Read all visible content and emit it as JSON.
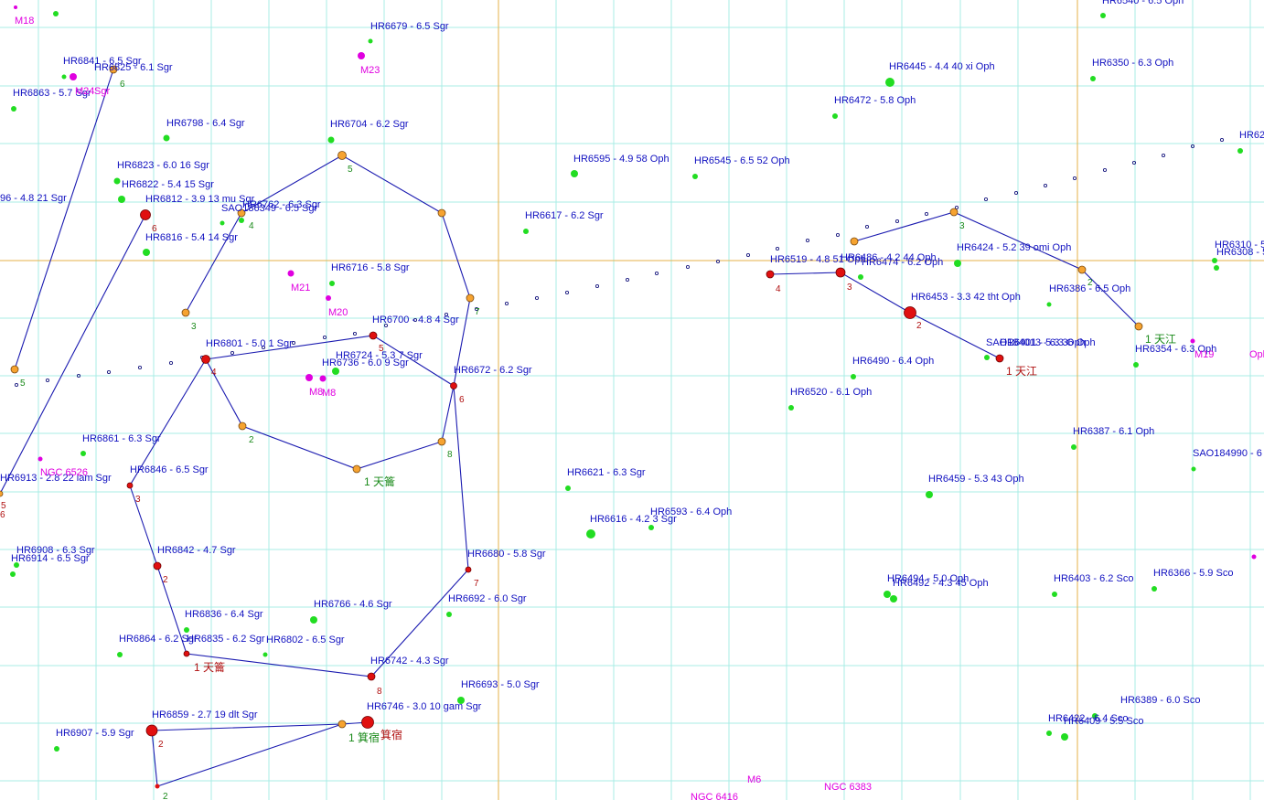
{
  "colors": {
    "background": "#ffffff",
    "grid_minor": "#a8ece6",
    "grid_major": "#e6b24a",
    "asterism_line": "#1a1ab0",
    "star_label": "#1010c0",
    "dso_label": "#e000e0",
    "asterism_number": "#1a8a1a",
    "asterism_number_alt": "#b01010",
    "node_orange": "#f6a330",
    "node_red": "#e01010",
    "star_green": "#22dd22",
    "ecliptic_dot": "#1a1a80"
  },
  "stars": [
    {
      "label": "HR6679 - 6.5  Sgr"
    },
    {
      "label": "HR6841 - 6.5  Sgr"
    },
    {
      "label": "HR6825 - 6.1  Sgr"
    },
    {
      "label": "HR6863 - 5.7  Sgr"
    },
    {
      "label": "HR6798 - 6.4  Sgr"
    },
    {
      "label": "HR6704 - 6.2  Sgr"
    },
    {
      "label": "HR6823 - 6.0   16 Sgr"
    },
    {
      "label": "HR6822 - 5.4   15 Sgr"
    },
    {
      "label": "HR6812 - 3.9   13 mu Sgr"
    },
    {
      "label": "HR6762 - 6.3  Sgr"
    },
    {
      "label": "SAO186349 - 6.5  Sgr"
    },
    {
      "label": "96 - 4.8   21 Sgr"
    },
    {
      "label": "HR6816 - 5.4   14 Sgr"
    },
    {
      "label": "HR6716 - 5.8  Sgr"
    },
    {
      "label": "HR6700 - 4.8   4 Sgr"
    },
    {
      "label": "HR6801 - 5.0   1 Sgr"
    },
    {
      "label": "HR6724 - 5.3   7 Sgr"
    },
    {
      "label": "HR6736 - 6.0   9 Sgr"
    },
    {
      "label": "HR6672 - 6.2  Sgr"
    },
    {
      "label": "HR6861 - 6.3  Sgr"
    },
    {
      "label": "HR6846 - 6.5  Sgr"
    },
    {
      "label": "HR6913 - 2.8   22 lam Sgr"
    },
    {
      "label": "HR6908 - 6.3  Sgr"
    },
    {
      "label": "HR6914 - 6.5  Sgr"
    },
    {
      "label": "HR6842 - 4.7  Sgr"
    },
    {
      "label": "HR6836 - 6.4  Sgr"
    },
    {
      "label": "HR6766 - 4.6  Sgr"
    },
    {
      "label": "HR6864 - 6.2  Sgr"
    },
    {
      "label": "HR6835 - 6.2  Sgr"
    },
    {
      "label": "HR6802 - 6.5  Sgr"
    },
    {
      "label": "HR6742 - 4.3  Sgr"
    },
    {
      "label": "HR6693 - 5.0  Sgr"
    },
    {
      "label": "HR6680 - 5.8  Sgr"
    },
    {
      "label": "HR6692 - 6.0  Sgr"
    },
    {
      "label": "HR6859 - 2.7   19 dlt Sgr"
    },
    {
      "label": "HR6746 - 3.0   10 gam Sgr"
    },
    {
      "label": "HR6907 - 5.9  Sgr"
    },
    {
      "label": "HR6595 - 4.9   58 Oph"
    },
    {
      "label": "HR6545 - 6.5   52 Oph"
    },
    {
      "label": "HR6617 - 6.2  Sgr"
    },
    {
      "label": "HR6621 - 6.3  Sgr"
    },
    {
      "label": "HR6616 - 4.2   3 Sgr"
    },
    {
      "label": "HR6593 - 6.4  Oph"
    },
    {
      "label": "HR6445 - 4.4   40 xi Oph"
    },
    {
      "label": "HR6472 - 5.8  Oph"
    },
    {
      "label": "HR6350 - 6.3  Oph"
    },
    {
      "label": "HR6540 - 6.5  Oph"
    },
    {
      "label": "HR62"
    },
    {
      "label": "HR6519 - 4.8   51 Oph"
    },
    {
      "label": "HR6486 - 4.2   44 Oph"
    },
    {
      "label": "HR6474 - 6.2  Oph"
    },
    {
      "label": "HR6424 - 5.2   39 omi Oph"
    },
    {
      "label": "HR6310 - 5"
    },
    {
      "label": "HR6308 - 5"
    },
    {
      "label": "HR6453 - 3.3   42 tht Oph"
    },
    {
      "label": "HR6386 - 6.5  Oph"
    },
    {
      "label": "SAO184013 - 6.3  Oph"
    },
    {
      "label": "HR6401 - 5.3   36 Oph"
    },
    {
      "label": "HR6354 - 6.3  Oph"
    },
    {
      "label": "HR6490 - 6.4  Oph"
    },
    {
      "label": "HR6520 - 6.1  Oph"
    },
    {
      "label": "HR6387 - 6.1  Oph"
    },
    {
      "label": "SAO184990 - 6"
    },
    {
      "label": "HR6459 - 5.3   43 Oph"
    },
    {
      "label": "HR6494 - 5.0  Oph"
    },
    {
      "label": "HR6492 - 4.3   45 Oph"
    },
    {
      "label": "HR6403 - 6.2  Sco"
    },
    {
      "label": "HR6366 - 5.9  Sco"
    },
    {
      "label": "HR6389 - 6.0  Sco"
    },
    {
      "label": "HR6422 - 6.4  Sco"
    },
    {
      "label": "HR6409 - 5.5  Sco"
    }
  ],
  "deep_sky": [
    {
      "label": "M18"
    },
    {
      "label": "M23"
    },
    {
      "label": "M24"
    },
    {
      "label": "M21"
    },
    {
      "label": "M20"
    },
    {
      "label": "M8"
    },
    {
      "label": "M8"
    },
    {
      "label": "NGC 6526"
    },
    {
      "label": "M19"
    },
    {
      "label": "Oph"
    },
    {
      "label": "M6"
    },
    {
      "label": "NGC 6383"
    },
    {
      "label": "NGC 6416"
    },
    {
      "label": "Sgr"
    }
  ],
  "asterism_labels": [
    {
      "text": "6"
    },
    {
      "text": "5"
    },
    {
      "text": "6"
    },
    {
      "text": "4"
    },
    {
      "text": "7"
    },
    {
      "text": "3"
    },
    {
      "text": "4"
    },
    {
      "text": "5"
    },
    {
      "text": "6"
    },
    {
      "text": "2"
    },
    {
      "text": "8"
    },
    {
      "text": "1 天籥"
    },
    {
      "text": "5"
    },
    {
      "text": "3"
    },
    {
      "text": "2"
    },
    {
      "text": "1 天籥"
    },
    {
      "text": "7"
    },
    {
      "text": "8"
    },
    {
      "text": "1 箕宿"
    },
    {
      "text": "箕宿"
    },
    {
      "text": "2"
    },
    {
      "text": "2"
    },
    {
      "text": "4"
    },
    {
      "text": "3"
    },
    {
      "text": "2"
    },
    {
      "text": "1 天江"
    },
    {
      "text": "3"
    },
    {
      "text": "2"
    },
    {
      "text": "1 天江"
    },
    {
      "text": "6"
    },
    {
      "text": "5"
    }
  ]
}
